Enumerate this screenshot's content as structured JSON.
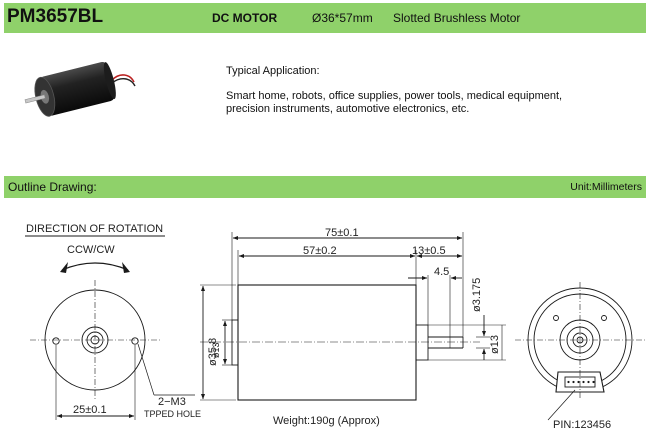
{
  "header": {
    "model": "PM3657BL",
    "motor_type": "DC  MOTOR",
    "size": "Ø36*57mm",
    "description": "Slotted Brushless Motor"
  },
  "application": {
    "title": "Typical  Application:",
    "line1": "Smart home, robots, office supplies, power tools, medical equipment,",
    "line2": "precision instruments, automotive electronics, etc."
  },
  "outline": {
    "title": "Outline Drawing:",
    "unit": "Unit:Millimeters"
  },
  "drawing": {
    "rotation_title": "DIRECTION OF ROTATION",
    "rotation": "CCW/CW",
    "overall_length": "75±0.1",
    "body_length": "57±0.2",
    "shaft_length": "13±0.5",
    "flat_length": "4.5",
    "body_diameter": "ø35.8",
    "boss_diameter": "ø13",
    "shaft_diameter": "ø3.175",
    "shaft_boss": "ø13",
    "hole_spacing": "25±0.1",
    "thread": "2−M3",
    "thread_note": "TPPED  HOLE",
    "weight": "Weight:190g (Approx)",
    "pin": "PIN:123456"
  },
  "colors": {
    "band": "#8fd16a",
    "line": "#1a1a1a"
  }
}
